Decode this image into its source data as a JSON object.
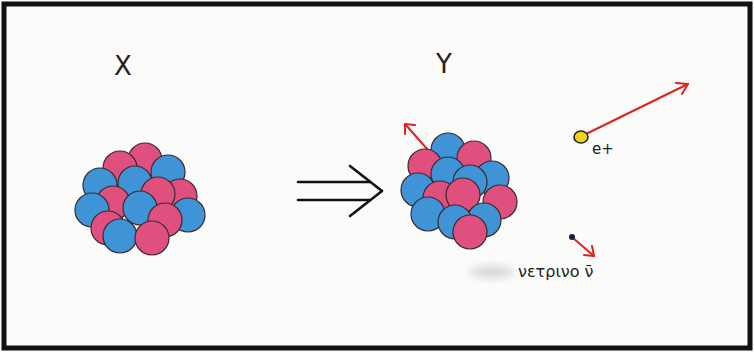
{
  "diagram": {
    "labels": [
      "X",
      "Y",
      "e+",
      "νετρινο ν̄"
    ]
  }
}
